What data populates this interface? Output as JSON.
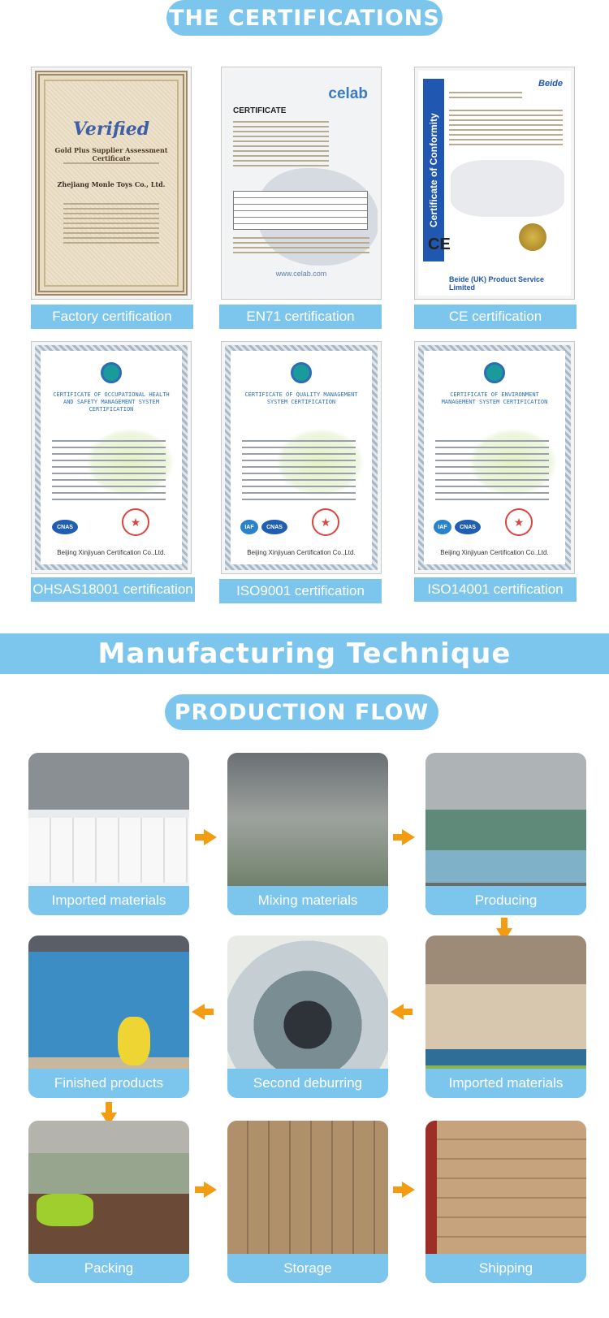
{
  "certifications": {
    "title": "THE CERTIFICATIONS",
    "items": [
      {
        "label": "Factory certification",
        "doc": {
          "logo": "Verified",
          "heading": "Gold Plus Supplier Assessment Certificate",
          "company": "Zhejiang Monle Toys Co., Ltd."
        }
      },
      {
        "label": "EN71 certification",
        "doc": {
          "logo": "celab",
          "heading": "CERTIFICATE",
          "footer": "www.celab.com"
        }
      },
      {
        "label": "CE certification",
        "doc": {
          "side_title": "Certificate of Conformity",
          "logo": "Beide",
          "mark": "CE",
          "footer": "Beide (UK) Product Service Limited"
        }
      },
      {
        "label": "OHSAS18001 certification",
        "doc": {
          "heading": "CERTIFICATE OF OCCUPATIONAL HEALTH AND SAFETY MANAGEMENT SYSTEM CERTIFICATION",
          "badge": "CNAS",
          "footer": "Beijing Xinjiyuan Certification Co.,Ltd."
        }
      },
      {
        "label": "ISO9001 certification",
        "doc": {
          "heading": "CERTIFICATE OF QUALITY MANAGEMENT SYSTEM CERTIFICATION",
          "badge1": "IAF",
          "badge2": "CNAS",
          "footer": "Beijing Xinjiyuan Certification Co.,Ltd."
        }
      },
      {
        "label": "ISO14001 certification",
        "doc": {
          "heading": "CERTIFICATE OF ENVIRONMENT MANAGEMENT SYSTEM CERTIFICATION",
          "badge1": "IAF",
          "badge2": "CNAS",
          "footer": "Beijing Xinjiyuan Certification Co.,Ltd."
        }
      }
    ]
  },
  "manufacturing": {
    "title": "Manufacturing Technique"
  },
  "production_flow": {
    "title": "PRODUCTION FLOW",
    "steps": [
      {
        "label": "Imported materials"
      },
      {
        "label": "Mixing materials"
      },
      {
        "label": "Producing"
      },
      {
        "label": "Finished products"
      },
      {
        "label": "Second deburring"
      },
      {
        "label": "Imported materials"
      },
      {
        "label": "Packing"
      },
      {
        "label": "Storage"
      },
      {
        "label": "Shipping"
      }
    ],
    "arrow_color": "#f39b11"
  },
  "colors": {
    "accent": "#7cc6ee",
    "arrow": "#f39b11"
  }
}
